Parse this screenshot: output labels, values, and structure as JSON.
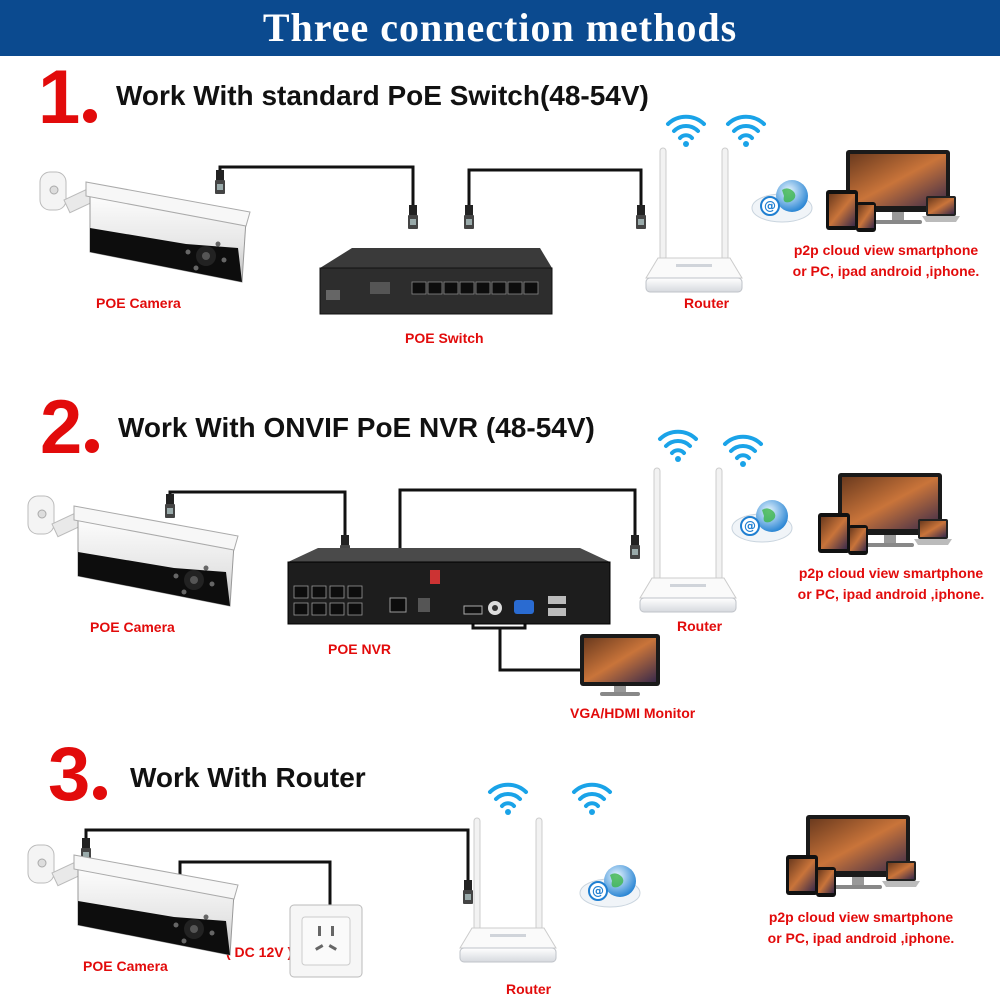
{
  "banner": {
    "title": "Three connection methods"
  },
  "sections": [
    {
      "number": "1",
      "title": "Work With standard PoE Switch(48-54V)",
      "labels": {
        "camera": "POE Camera",
        "switch": "POE Switch",
        "router": "Router"
      },
      "p2p": {
        "line1": "p2p cloud  view smartphone",
        "line2": "or PC, ipad android ,iphone."
      }
    },
    {
      "number": "2",
      "title": "Work With ONVIF PoE NVR (48-54V)",
      "labels": {
        "camera": "POE Camera",
        "nvr": "POE NVR",
        "router": "Router",
        "monitor": "VGA/HDMI Monitor"
      },
      "p2p": {
        "line1": "p2p cloud  view smartphone",
        "line2": "or PC, ipad android ,iphone."
      }
    },
    {
      "number": "3",
      "title": "Work With Router",
      "labels": {
        "camera": "POE Camera",
        "dc": "( DC 12V )",
        "router": "Router"
      },
      "p2p": {
        "line1": "p2p cloud  view smartphone",
        "line2": "or PC, ipad android ,iphone."
      }
    }
  ],
  "colors": {
    "banner": "#0b4a8f",
    "accent_red": "#e20b0b",
    "wifi_blue": "#1aa3e8",
    "cable": "#111111"
  },
  "icons": [
    "camera-icon",
    "poe-switch-icon",
    "nvr-icon",
    "router-icon",
    "wifi-icon",
    "cloud-at-icon",
    "monitor-icon",
    "laptop-icon",
    "tablet-icon",
    "phone-icon",
    "power-socket-icon"
  ]
}
